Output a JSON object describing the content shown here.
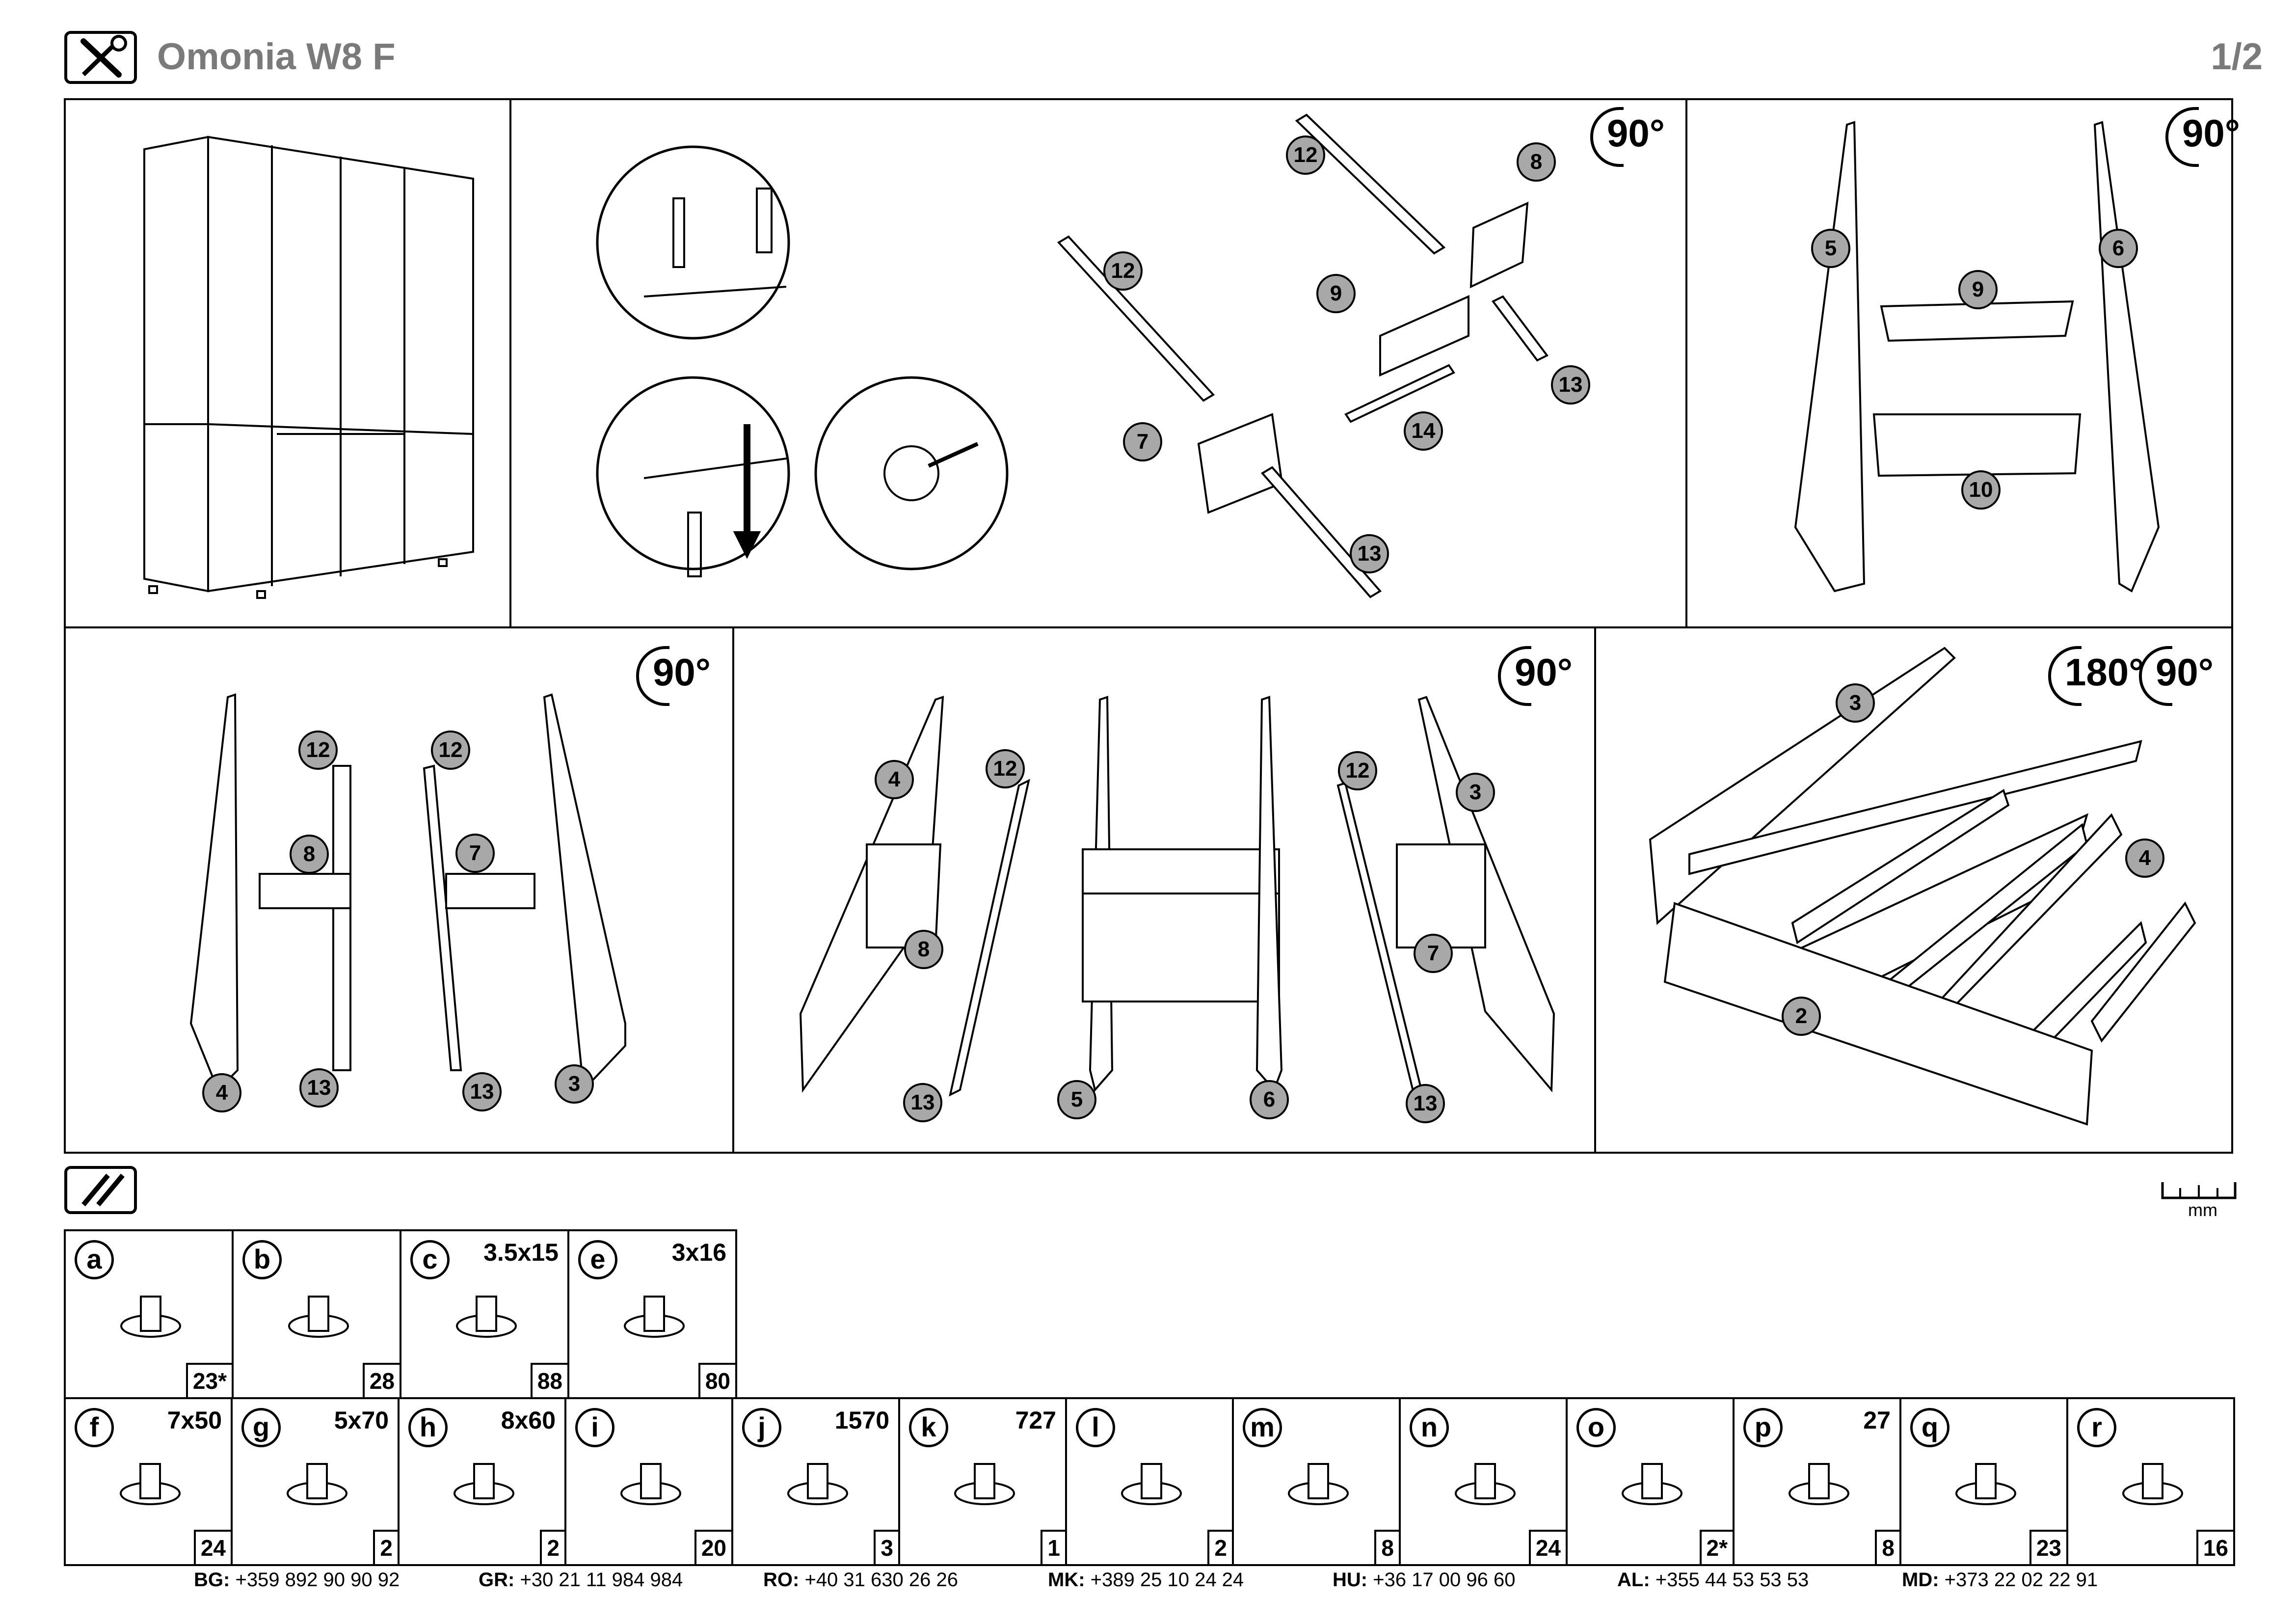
{
  "header": {
    "title": "Omonia W8 F",
    "page": "1/2"
  },
  "rotations": {
    "r90": "90°",
    "r180": "180°"
  },
  "parts_bar": {
    "ruler_unit": "mm"
  },
  "hardware_row1": [
    {
      "letter": "a",
      "size": "",
      "qty": "23*"
    },
    {
      "letter": "b",
      "size": "",
      "qty": "28"
    },
    {
      "letter": "c",
      "size": "3.5x15",
      "qty": "88"
    },
    {
      "letter": "e",
      "size": "3x16",
      "qty": "80"
    }
  ],
  "hardware_row2": [
    {
      "letter": "f",
      "size": "7x50",
      "qty": "24"
    },
    {
      "letter": "g",
      "size": "5x70",
      "qty": "2"
    },
    {
      "letter": "h",
      "size": "8x60",
      "qty": "2"
    },
    {
      "letter": "i",
      "size": "",
      "qty": "20"
    },
    {
      "letter": "j",
      "size": "1570",
      "qty": "3"
    },
    {
      "letter": "k",
      "size": "727",
      "qty": "1"
    },
    {
      "letter": "l",
      "size": "",
      "qty": "2"
    },
    {
      "letter": "m",
      "size": "",
      "qty": "8"
    },
    {
      "letter": "n",
      "size": "",
      "qty": "24"
    },
    {
      "letter": "o",
      "size": "",
      "qty": "2*"
    },
    {
      "letter": "p",
      "size": "27",
      "qty": "8"
    },
    {
      "letter": "q",
      "size": "",
      "qty": "23"
    },
    {
      "letter": "r",
      "size": "",
      "qty": "16"
    }
  ],
  "footer": [
    {
      "code": "BG:",
      "phone": "+359 892 90 90 92"
    },
    {
      "code": "GR:",
      "phone": "+30 21 11 984 984"
    },
    {
      "code": "RO:",
      "phone": "+40 31 630 26 26"
    },
    {
      "code": "MK:",
      "phone": "+389 25 10 24 24"
    },
    {
      "code": "HU:",
      "phone": "+36 17 00 96 60"
    },
    {
      "code": "AL:",
      "phone": "+355 44 53 53 53"
    },
    {
      "code": "MD:",
      "phone": "+373 22 02 22 91"
    }
  ],
  "part_numbers": {
    "p2": "2",
    "p3": "3",
    "p4": "4",
    "p5": "5",
    "p6": "6",
    "p7": "7",
    "p8": "8",
    "p9": "9",
    "p10": "10",
    "p12": "12",
    "p13": "13",
    "p14": "14"
  },
  "fitting_labels": {
    "a": "a",
    "b": "b",
    "c": "c",
    "f": "f",
    "l": "l"
  }
}
